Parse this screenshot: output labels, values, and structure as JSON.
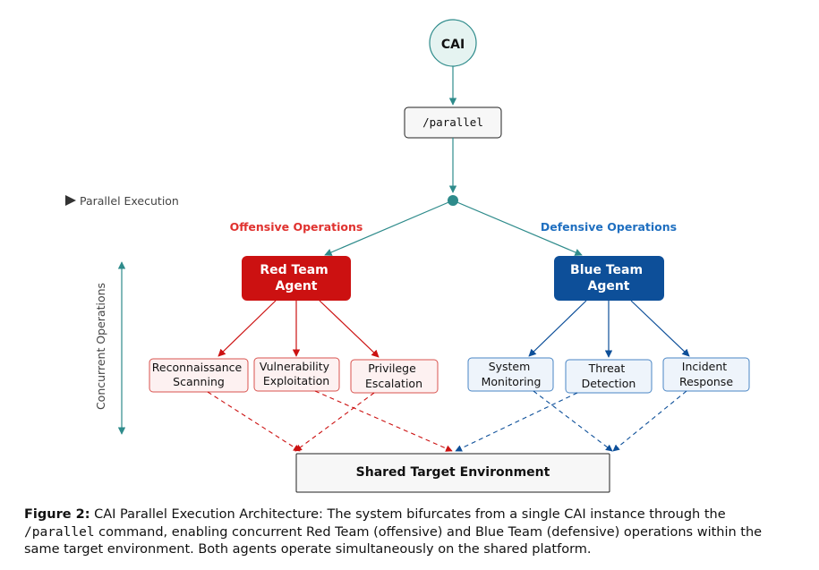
{
  "colors": {
    "teal": "#2e8b8b",
    "teal_fill": "#e5f3f1",
    "red": "#cc1111",
    "red_fill": "#fdf1f1",
    "blue": "#0d4f99",
    "blue_fill": "#eef4fb",
    "offensive_text": "#e0322f",
    "defensive_text": "#1f6fc0",
    "neutral_fill": "#f7f7f7"
  },
  "nodes": {
    "cai": "CAI",
    "parallel": "/parallel",
    "red_agent": [
      "Red Team",
      "Agent"
    ],
    "blue_agent": [
      "Blue Team",
      "Agent"
    ],
    "red_tasks": [
      [
        "Reconnaissance",
        "Scanning"
      ],
      [
        "Vulnerability",
        "Exploitation"
      ],
      [
        "Privilege",
        "Escalation"
      ]
    ],
    "blue_tasks": [
      [
        "System",
        "Monitoring"
      ],
      [
        "Threat",
        "Detection"
      ],
      [
        "Incident",
        "Response"
      ]
    ],
    "shared": "Shared Target Environment"
  },
  "labels": {
    "parallel_execution": "Parallel Execution",
    "offensive": "Offensive Operations",
    "defensive": "Defensive Operations",
    "concurrent": "Concurrent Operations"
  },
  "caption": {
    "label": "Figure 2:",
    "text_1": " CAI Parallel Execution Architecture: The system bifurcates from a single CAI instance through the ",
    "code": "/parallel",
    "text_2": " command, enabling concurrent Red Team (offensive) and Blue Team (defensive) operations within the same target environment. Both agents operate simultaneously on the shared platform."
  }
}
